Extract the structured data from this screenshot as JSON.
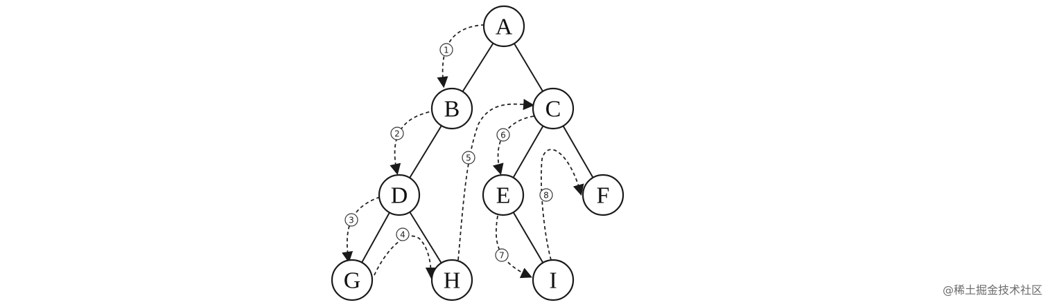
{
  "tree": {
    "nodes": [
      {
        "id": "A",
        "label": "A"
      },
      {
        "id": "B",
        "label": "B"
      },
      {
        "id": "C",
        "label": "C"
      },
      {
        "id": "D",
        "label": "D"
      },
      {
        "id": "E",
        "label": "E"
      },
      {
        "id": "F",
        "label": "F"
      },
      {
        "id": "G",
        "label": "G"
      },
      {
        "id": "H",
        "label": "H"
      },
      {
        "id": "I",
        "label": "I"
      }
    ],
    "edges": [
      {
        "from": "A",
        "to": "B"
      },
      {
        "from": "A",
        "to": "C"
      },
      {
        "from": "B",
        "to": "D"
      },
      {
        "from": "D",
        "to": "G"
      },
      {
        "from": "D",
        "to": "H"
      },
      {
        "from": "C",
        "to": "E"
      },
      {
        "from": "C",
        "to": "F"
      },
      {
        "from": "E",
        "to": "I"
      }
    ]
  },
  "traversal_steps": [
    {
      "label": "1",
      "from": "A",
      "to": "B"
    },
    {
      "label": "2",
      "from": "B",
      "to": "D"
    },
    {
      "label": "3",
      "from": "D",
      "to": "G"
    },
    {
      "label": "4",
      "from": "G",
      "to": "H"
    },
    {
      "label": "5",
      "from": "H",
      "to": "C"
    },
    {
      "label": "6",
      "from": "C",
      "to": "E"
    },
    {
      "label": "7",
      "from": "E",
      "to": "I"
    },
    {
      "label": "8",
      "from": "I",
      "to": "F"
    }
  ],
  "watermark": "@稀土掘金技术社区"
}
